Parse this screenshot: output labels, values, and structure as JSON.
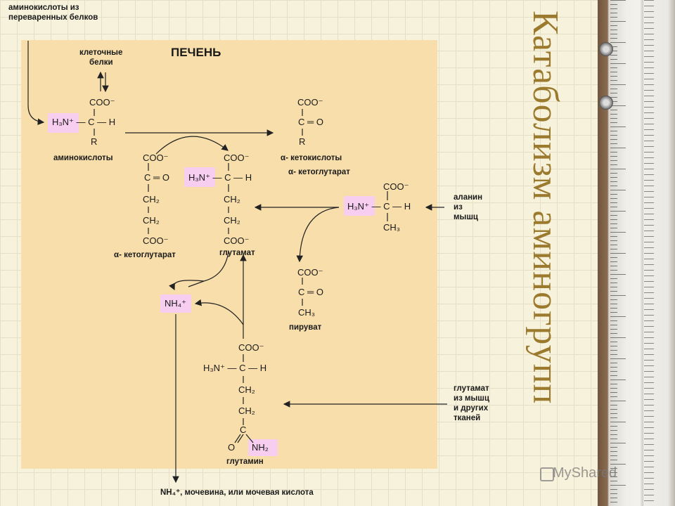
{
  "labels": {
    "source_aa_1": "аминокислоты из",
    "source_aa_2": "переваренных белков",
    "liver": "ПЕЧЕНЬ",
    "cell_proteins_1": "клеточные",
    "cell_proteins_2": "белки",
    "amino_acids": "аминокислоты",
    "alpha_keto_acids": "α- кетокислоты",
    "alpha_kg_top": "α- кетоглутарат",
    "alpha_kg_left": "α- кетоглутарат",
    "glutamate": "глутамат",
    "alanine_1": "аланин",
    "alanine_2": "из",
    "alanine_3": "мышц",
    "pyruvate": "пируват",
    "glutamine": "глутамин",
    "glut_muscle_1": "глутамат",
    "glut_muscle_2": "из мышц",
    "glut_muscle_3": "и других",
    "glut_muscle_4": "тканей",
    "output": "NH₄⁺, мочевина, или мочевая кислота"
  },
  "structures": {
    "aa": [
      "COO⁻",
      "H₃N⁺ — C — H",
      "R"
    ],
    "keto": [
      "COO⁻",
      "C ═ O",
      "R"
    ],
    "akg": [
      "COO⁻",
      "C ═ O",
      "CH₂",
      "CH₂",
      "COO⁻"
    ],
    "glu": [
      "COO⁻",
      "H₃N⁺ — C — H",
      "CH₂",
      "CH₂",
      "COO⁻"
    ],
    "ala": [
      "COO⁻",
      "H₃N⁺ — C — H",
      "CH₃"
    ],
    "pyr": [
      "COO⁻",
      "C ═ O",
      "CH₃"
    ],
    "gln": [
      "COO⁻",
      "H₃N⁺ — C — H",
      "CH₂",
      "CH₂",
      "C",
      "O",
      "NH₂"
    ],
    "nh4": "NH₄⁺"
  },
  "title_vertical": "Катаболизм аминогрупп",
  "watermark": "MyShared"
}
